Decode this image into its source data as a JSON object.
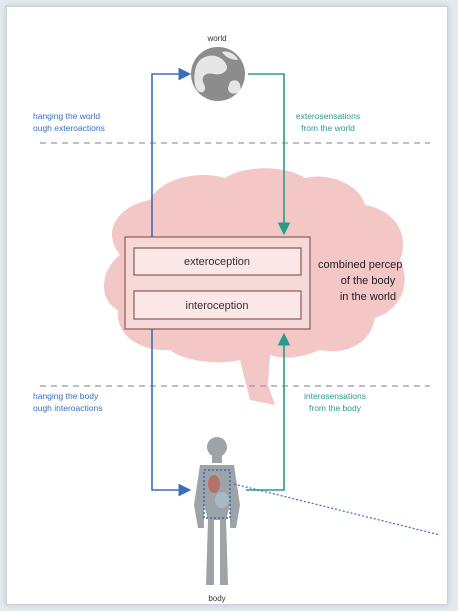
{
  "labels": {
    "world": "world",
    "body": "body",
    "changing_world_line1": "hanging the world",
    "changing_world_line2": "ough exteroactions",
    "extero_sens_line1": "exterosensations",
    "extero_sens_line2": "from the world",
    "exteroception": "exteroception",
    "interoception": "interoception",
    "combined_line1": "combined percep",
    "combined_line2": "of the body",
    "combined_line3": "in the world",
    "changing_body_line1": "hanging the body",
    "changing_body_line2": "ough interoactions",
    "intero_sens_line1": "interosensations",
    "intero_sens_line2": "from the body"
  },
  "colors": {
    "action_blue": "#3a6dbf",
    "sensation_teal": "#2a9a8a",
    "brain_pink": "#f4c7c7",
    "box_border": "#8a5a5a",
    "dashed_gray": "#9a9a9a",
    "globe_gray": "#8c8c8c",
    "body_gray": "#9ea3a8"
  },
  "icons": {
    "world": "globe-icon",
    "body": "human-body-icon",
    "brain": "brain-icon"
  }
}
